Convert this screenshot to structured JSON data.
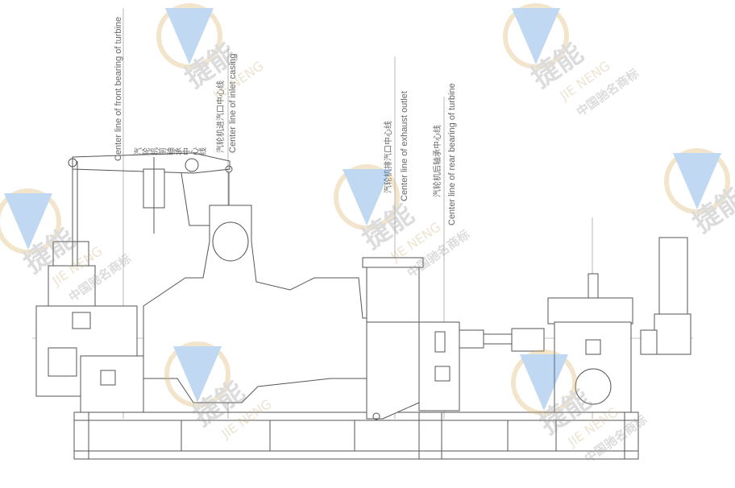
{
  "drawing": {
    "centerlines": [
      {
        "en": "Center line of front bearing of turbine",
        "zh": "汽轮机前轴承中心线"
      },
      {
        "en": "Center line of inlet casing",
        "zh": "汽轮机进汽口中心线"
      },
      {
        "en": "Center line of exhaust outlet",
        "zh": "汽轮机排汽口中心线"
      },
      {
        "en": "Center line of rear bearing of turbine",
        "zh": "汽轮机后轴承中心线"
      }
    ]
  },
  "watermark": {
    "brand_zh": "捷能",
    "brand_en": "JIE NENG",
    "tagline": "中国驰名商标",
    "logo_colors": [
      "#4a8fd6",
      "#d9b56a"
    ]
  }
}
